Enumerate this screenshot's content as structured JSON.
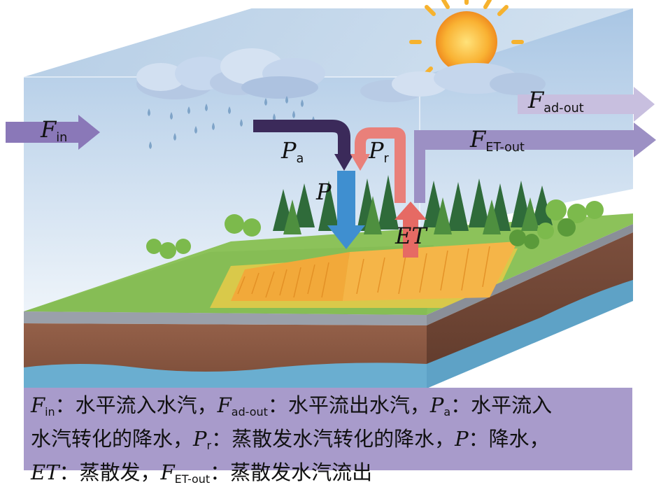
{
  "labels": {
    "F_in": {
      "main": "F",
      "sub": "in"
    },
    "F_ad_out": {
      "main": "F",
      "sub": "ad-out"
    },
    "F_ET_out": {
      "main": "F",
      "sub": "ET-out"
    },
    "P_a": {
      "main": "P",
      "sub": "a"
    },
    "P_r": {
      "main": "P",
      "sub": "r"
    },
    "P": "P",
    "ET": "ET"
  },
  "legend": {
    "row1": {
      "f_in_desc": "：水平流入水汽，",
      "f_ad_out_desc": "：水平流出水汽，",
      "p_a_desc": "：水平流入"
    },
    "row2": {
      "p_a_desc_cont": "水汽转化的降水，",
      "p_r_desc": "：蒸散发水汽转化的降水，",
      "p_desc": "：降水，"
    },
    "row3": {
      "et_desc": "：蒸散发，",
      "f_et_out_desc": "：蒸散发水汽流出"
    }
  },
  "colors": {
    "sky": "#cfe0ef",
    "legend_bg": "#a89bcb",
    "arrow_F_in": "#8a78b8",
    "arrow_F_ad_out": "#c8bfdf",
    "arrow_F_ET_out": "#9c90c4",
    "arrow_P_a": "#3b2a5a",
    "arrow_P_r": "#e9807a",
    "arrow_P": "#3f8fd0",
    "arrow_ET": "#e66a64",
    "grass": "#8cc25a",
    "field": "#f2a93a",
    "soil": "#8a5a45",
    "water": "#6aaed0",
    "sun": "#f6b22e"
  },
  "icons": [
    "cloud-icon",
    "sun-icon",
    "raindrop-icon",
    "tree-icon"
  ]
}
